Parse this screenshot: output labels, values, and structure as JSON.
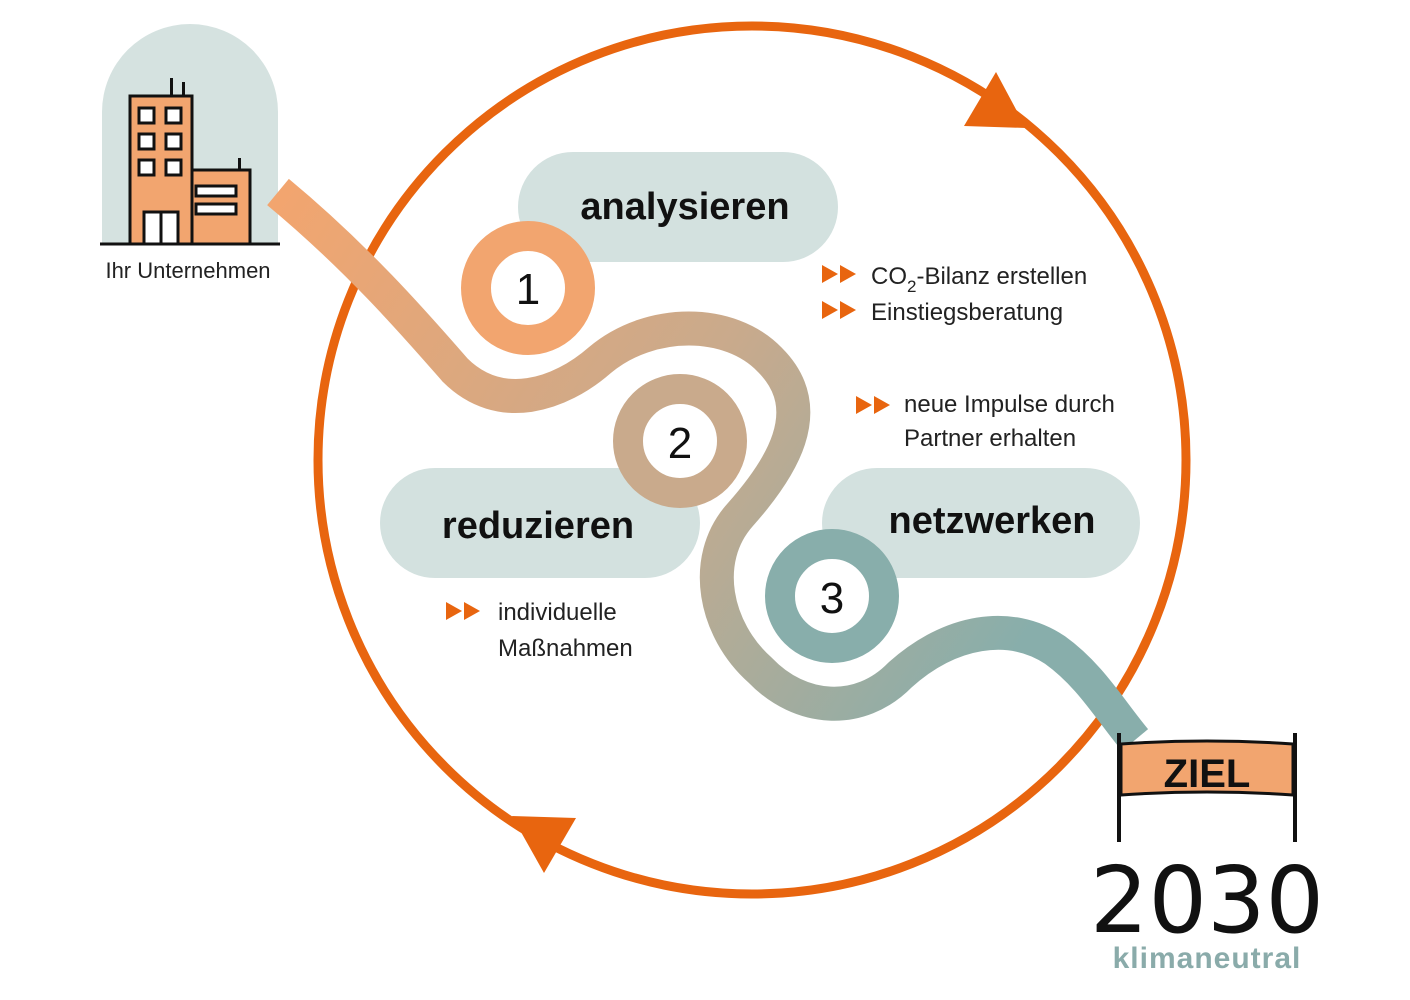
{
  "company": {
    "label": "Ihr Unternehmen"
  },
  "steps": [
    {
      "number": "1",
      "label": "analysieren"
    },
    {
      "number": "2",
      "label": "reduzieren"
    },
    {
      "number": "3",
      "label": "netzwerken"
    }
  ],
  "bullets": {
    "analysieren": [
      {
        "pre": "CO",
        "sub": "2",
        "post": "-Bilanz erstellen"
      },
      {
        "pre": "Einstiegsberatung",
        "sub": "",
        "post": ""
      }
    ],
    "netzwerken": [
      "neue Impulse durch",
      "Partner erhalten"
    ],
    "reduzieren": [
      "individuelle",
      "Maßnahmen"
    ]
  },
  "goal": {
    "banner": "ZIEL",
    "year": "2030",
    "subtitle": "klimaneutral"
  },
  "colors": {
    "cycle": "#e8650f",
    "path_start": "#f2a56f",
    "path_mid": "#c9aa8c",
    "path_end": "#88aeab",
    "pill": "#d3e1df",
    "building": "#f2a56f",
    "banner": "#f2a56f",
    "bullet_arrow": "#e8650f"
  }
}
